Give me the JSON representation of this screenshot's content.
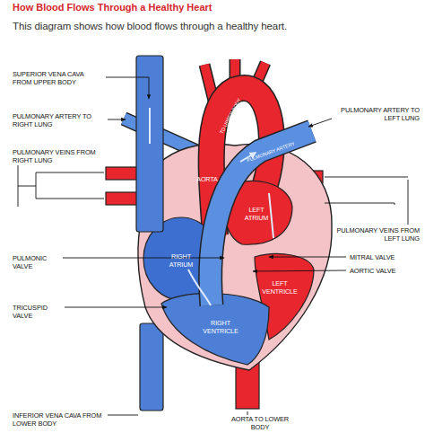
{
  "diagram": {
    "title": "How Blood Flows Through a Healthy Heart",
    "labels": [
      "This diagram shows how blood flows through a healthy heart.",
      "SUPERIOR VENA CAVA FROM UPPER BODY",
      "PULMONARY ARTERY TO RIGHT LUNG",
      "PULMONARY VEINS FROM RIGHT LUNG",
      "PULMONIC VALVE",
      "TRICUSPID VALVE",
      "INFERIOR VENA CAVA FROM LOWER BODY",
      "PULMONARY ARTERY TO LEFT LUNG",
      "PULMONARY VEINS FROM LEFT LUNG",
      "MITRAL VALVE",
      "AORTIC VALVE",
      "AORTA TO LOWER BODY",
      "TO UPPER BODY",
      "PULMONARY ARTERY",
      "AORTA",
      "LEFT ATRIUM",
      "RIGHT ATRIUM",
      "LEFT VENTRICLE",
      "RIGHT VENTRICLE"
    ]
  }
}
